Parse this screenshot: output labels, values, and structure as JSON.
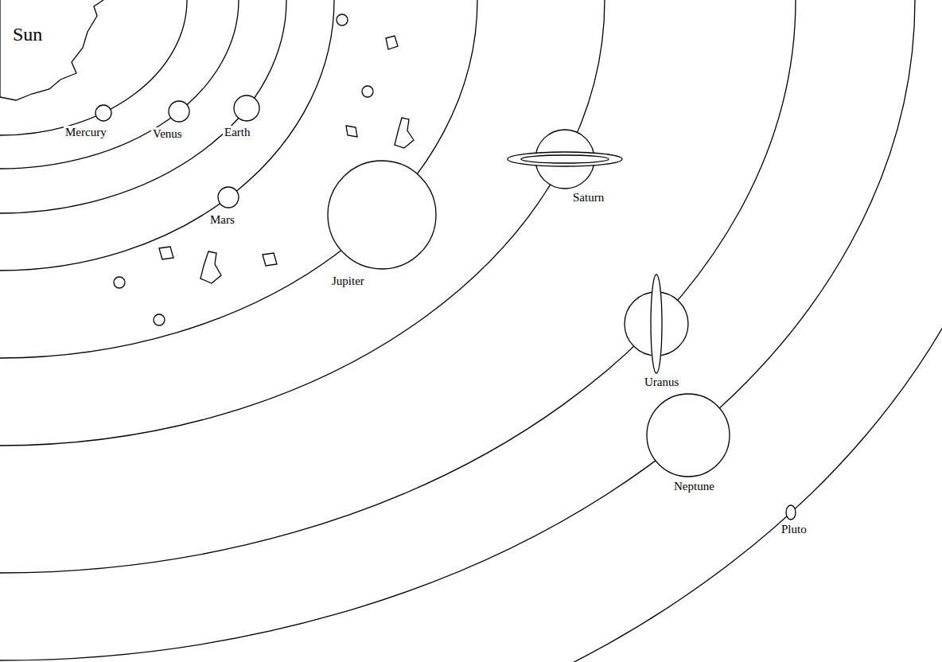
{
  "diagram": {
    "labels": [
      "Sun",
      "Mercury",
      "Venus",
      "Earth",
      "Mars",
      "Jupiter",
      "Saturn",
      "Uranus",
      "Neptune",
      "Pluto"
    ]
  }
}
